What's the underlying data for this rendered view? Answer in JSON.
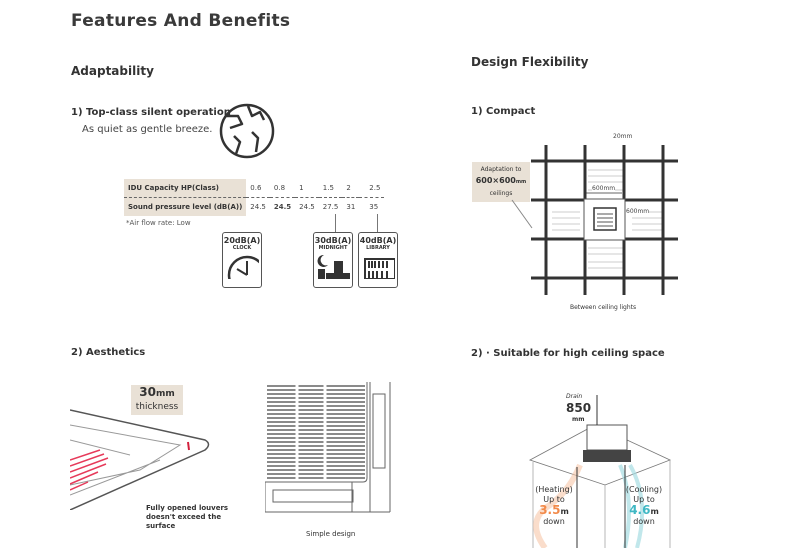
{
  "title": "Features And Benefits",
  "adaptability": {
    "heading": "Adaptability",
    "silent": {
      "title": "1) Top-class silent operation",
      "subtitle": "As quiet as gentle breeze."
    },
    "table": {
      "row_labels": [
        "IDU Capacity HP(Class)",
        "Sound pressure level (dB(A))"
      ],
      "capacity": [
        "0.6",
        "0.8",
        "1",
        "1.5",
        "2",
        "2.5"
      ],
      "sound": [
        "24.5",
        "24.5",
        "24.5",
        "27.5",
        "31",
        "35"
      ],
      "highlight_index": 1,
      "note": "*Air flow rate: Low"
    },
    "comparisons": [
      {
        "db": "20dB(A)",
        "name": "CLOCK",
        "icon": "clock-icon"
      },
      {
        "db": "30dB(A)",
        "name": "MIDNIGHT",
        "icon": "city-night-icon"
      },
      {
        "db": "40dB(A)",
        "name": "LIBRARY",
        "icon": "bookshelf-icon"
      }
    ],
    "aesthetics": {
      "title": "2) Aesthetics",
      "thickness_value": "30",
      "thickness_unit": "mm",
      "thickness_label": "thickness",
      "louver_note": "Fully opened louvers doesn't exceed the surface",
      "simple_caption": "Simple design"
    }
  },
  "design": {
    "heading": "Design Flexibility",
    "compact": {
      "title": "1) Compact",
      "adapt_line1": "Adaptation to",
      "adapt_size": "600×600",
      "adapt_unit": "mm",
      "adapt_line3": "ceilings",
      "dim_top": "20mm",
      "dim_width": "600mm",
      "dim_height": "600mm",
      "caption": "Between ceiling lights"
    },
    "ceiling": {
      "title": "2) · Suitable for high ceiling space",
      "drain_label": "Drain",
      "drain_value": "850",
      "drain_unit": "mm",
      "heating": {
        "label": "(Heating)",
        "upto": "Up to",
        "value": "3.5",
        "unit": "m",
        "down": "down",
        "color": "#f28a4a"
      },
      "cooling": {
        "label": "(Cooling)",
        "upto": "Up to",
        "value": "4.6",
        "unit": "m",
        "down": "down",
        "color": "#3fb8c4"
      }
    }
  },
  "colors": {
    "accent_red": "#d3203d",
    "beige": "#e9e1d6",
    "grid": "#333333"
  }
}
